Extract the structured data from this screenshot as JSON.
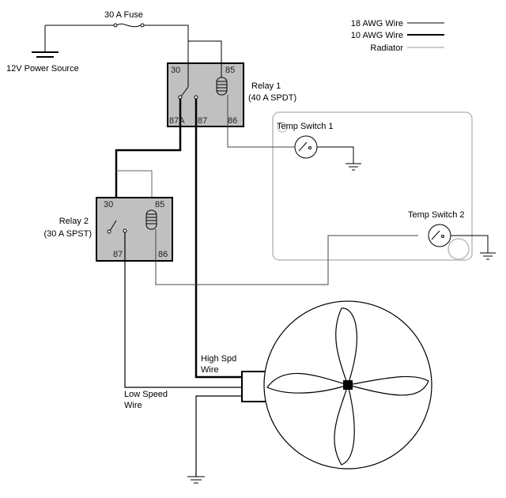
{
  "diagram": {
    "title": "Radiator Fan Dual-Speed Relay Wiring",
    "power_source": {
      "label": "12V Power Source"
    },
    "fuse": {
      "label": "30 A Fuse"
    },
    "legend": {
      "items": [
        {
          "label": "18 AWG Wire",
          "color": "#000000"
        },
        {
          "label": "10 AWG Wire",
          "color": "#000000"
        },
        {
          "label": "Radiator",
          "color": "#bbbbbb"
        }
      ]
    },
    "relay1": {
      "name": "Relay 1",
      "rating": "(40 A SPDT)",
      "pins": {
        "p30": "30",
        "p85": "85",
        "p87a": "87A",
        "p87": "87",
        "p86": "86"
      },
      "fill": "#c0c0c0"
    },
    "relay2": {
      "name": "Relay 2",
      "rating": "(30 A SPST)",
      "pins": {
        "p30": "30",
        "p85": "85",
        "p87": "87",
        "p86": "86"
      },
      "fill": "#c0c0c0"
    },
    "temp_switch1": {
      "label": "Temp Switch 1"
    },
    "temp_switch2": {
      "label": "Temp Switch 2"
    },
    "fan": {
      "high_label_1": "High Spd",
      "high_label_2": "Wire",
      "low_label_1": "Low Speed",
      "low_label_2": "Wire"
    },
    "colors": {
      "wire": "#000000",
      "wire_thin": "#555555",
      "radiator": "#bbbbbb"
    }
  }
}
